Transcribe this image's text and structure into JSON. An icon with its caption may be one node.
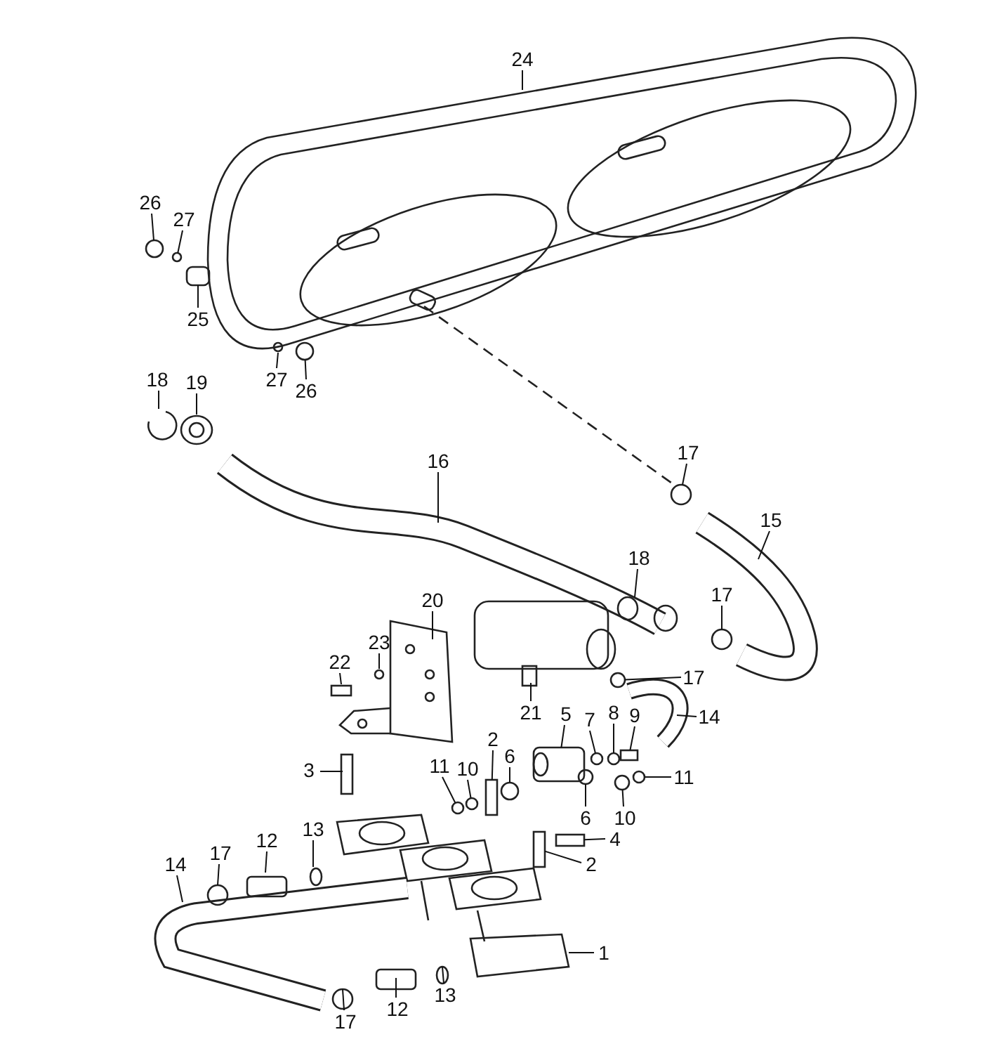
{
  "diagram": {
    "nodes": [
      {
        "text": [
          "24"
        ]
      },
      {
        "text": [
          "26"
        ]
      },
      {
        "text": [
          "27"
        ]
      },
      {
        "text": [
          "25"
        ]
      },
      {
        "text": [
          "27"
        ]
      },
      {
        "text": [
          "26"
        ]
      },
      {
        "text": [
          "18"
        ]
      },
      {
        "text": [
          "19"
        ]
      },
      {
        "text": [
          "17"
        ]
      },
      {
        "text": [
          "16"
        ]
      },
      {
        "text": [
          "15"
        ]
      },
      {
        "text": [
          "18"
        ]
      },
      {
        "text": [
          "17"
        ]
      },
      {
        "text": [
          "20"
        ]
      },
      {
        "text": [
          "23"
        ]
      },
      {
        "text": [
          "22"
        ]
      },
      {
        "text": [
          "17"
        ]
      },
      {
        "text": [
          "21"
        ]
      },
      {
        "text": [
          "5"
        ]
      },
      {
        "text": [
          "14"
        ]
      },
      {
        "text": [
          "9"
        ]
      },
      {
        "text": [
          "8"
        ]
      },
      {
        "text": [
          "7"
        ]
      },
      {
        "text": [
          "2"
        ]
      },
      {
        "text": [
          "6"
        ]
      },
      {
        "text": [
          "11"
        ]
      },
      {
        "text": [
          "10"
        ]
      },
      {
        "text": [
          "3"
        ]
      },
      {
        "text": [
          "11"
        ]
      },
      {
        "text": [
          "6"
        ]
      },
      {
        "text": [
          "10"
        ]
      },
      {
        "text": [
          "13"
        ]
      },
      {
        "text": [
          "4"
        ]
      },
      {
        "text": [
          "12"
        ]
      },
      {
        "text": [
          "17"
        ]
      },
      {
        "text": [
          "2"
        ]
      },
      {
        "text": [
          "14"
        ]
      },
      {
        "text": [
          "1"
        ]
      },
      {
        "text": [
          "13"
        ]
      },
      {
        "text": [
          "12"
        ]
      },
      {
        "text": [
          "17"
        ]
      },
      {
        "text": [],
        "shape": "circle"
      },
      {
        "text": [],
        "shape": "circle"
      },
      {
        "text": [],
        "shape": "circle"
      },
      {
        "text": [],
        "shape": "circle"
      },
      {
        "text": [],
        "shape": "circle"
      },
      {
        "text": [],
        "shape": "bar"
      },
      {
        "text": [],
        "shape": "circle"
      },
      {
        "text": [],
        "shape": "bar"
      },
      {
        "text": [],
        "shape": "circle"
      },
      {
        "text": [],
        "shape": "circle"
      },
      {
        "text": [],
        "shape": "circle"
      },
      {
        "text": [],
        "shape": "bar"
      },
      {
        "text": [],
        "shape": "box"
      },
      {
        "text": [],
        "shape": "circle"
      },
      {
        "text": [],
        "shape": "circle"
      },
      {
        "text": [],
        "shape": "box"
      },
      {
        "text": [],
        "shape": "circle"
      },
      {
        "text": [],
        "shape": "circle"
      },
      {
        "text": [],
        "shape": "bar"
      }
    ],
    "edges": [
      {
        "from": 0,
        "to": null,
        "arrow": "none"
      },
      {
        "from": 1,
        "to": 41,
        "arrow": "none"
      },
      {
        "from": 2,
        "to": 49,
        "arrow": "none"
      },
      {
        "from": 3,
        "to": 53,
        "arrow": "none"
      },
      {
        "from": 4,
        "to": null,
        "arrow": "none"
      },
      {
        "from": 5,
        "to": 42,
        "arrow": "none"
      },
      {
        "from": 6,
        "to": null,
        "arrow": "none"
      },
      {
        "from": 7,
        "to": null,
        "arrow": "none"
      },
      {
        "from": 8,
        "to": null,
        "arrow": "none"
      },
      {
        "from": 9,
        "to": null,
        "arrow": "none"
      },
      {
        "from": 10,
        "to": null,
        "arrow": "none"
      },
      {
        "from": 11,
        "to": null,
        "arrow": "none"
      },
      {
        "from": 12,
        "to": 43,
        "arrow": "none"
      },
      {
        "from": 13,
        "to": null,
        "arrow": "none"
      },
      {
        "from": 14,
        "to": null,
        "arrow": "none"
      },
      {
        "from": 15,
        "to": null,
        "arrow": "none"
      },
      {
        "from": 16,
        "to": 44,
        "arrow": "none"
      },
      {
        "from": 17,
        "to": null,
        "arrow": "none"
      },
      {
        "from": 18,
        "to": 56,
        "arrow": "none"
      },
      {
        "from": 19,
        "to": null,
        "arrow": "none"
      },
      {
        "from": 20,
        "to": 59,
        "arrow": "none"
      },
      {
        "from": 21,
        "to": 45,
        "arrow": "none"
      },
      {
        "from": 22,
        "to": 50,
        "arrow": "none"
      },
      {
        "from": 23,
        "to": 46,
        "arrow": "none"
      },
      {
        "from": 24,
        "to": 57,
        "arrow": "none"
      },
      {
        "from": 25,
        "to": 47,
        "arrow": "none"
      },
      {
        "from": 26,
        "to": 51,
        "arrow": "none"
      },
      {
        "from": 27,
        "to": null,
        "arrow": "none"
      },
      {
        "from": 28,
        "to": 58,
        "arrow": "none"
      },
      {
        "from": 29,
        "to": 54,
        "arrow": "none"
      },
      {
        "from": 30,
        "to": 55,
        "arrow": "none"
      },
      {
        "from": 31,
        "to": null,
        "arrow": "none"
      },
      {
        "from": 32,
        "to": 48,
        "arrow": "none"
      },
      {
        "from": 33,
        "to": null,
        "arrow": "none"
      },
      {
        "from": 34,
        "to": null,
        "arrow": "none"
      },
      {
        "from": 35,
        "to": 52,
        "arrow": "none"
      },
      {
        "from": 36,
        "to": null,
        "arrow": "none"
      },
      {
        "from": 37,
        "to": null,
        "arrow": "none"
      },
      {
        "from": 38,
        "to": null,
        "arrow": "none"
      },
      {
        "from": 39,
        "to": null,
        "arrow": "none"
      },
      {
        "from": 40,
        "to": null,
        "arrow": "none"
      }
    ]
  }
}
